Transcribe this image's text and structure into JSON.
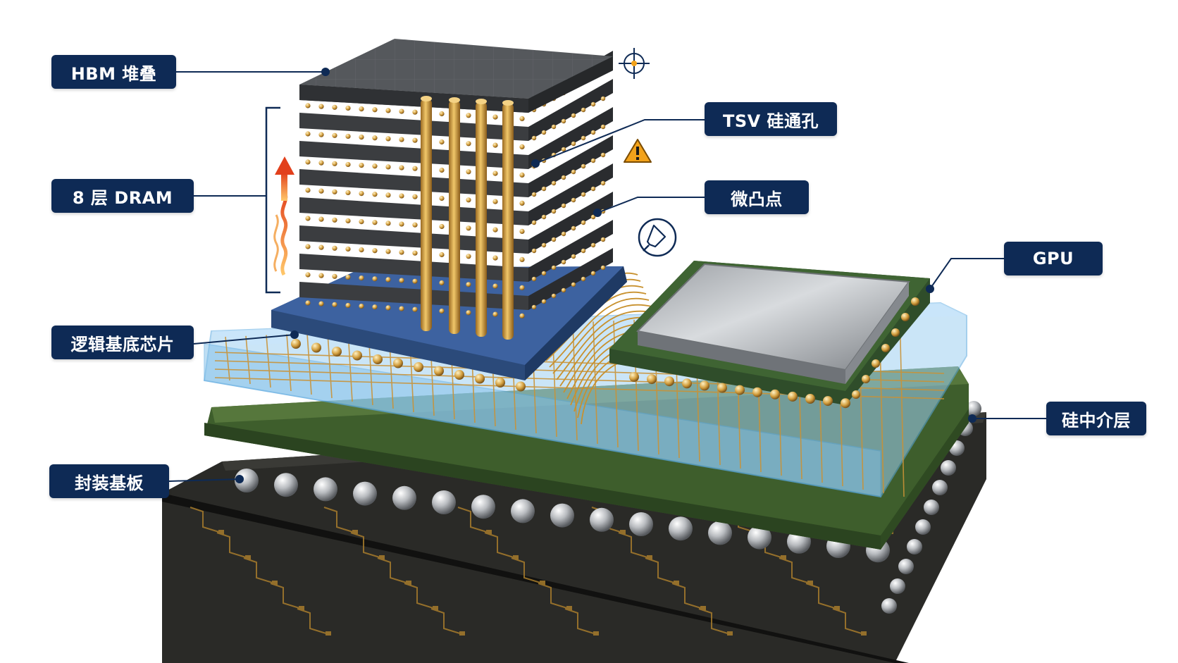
{
  "labels": {
    "hbm_stack": "HBM 堆叠",
    "dram_layers": "8 层 DRAM",
    "logic_base_die": "逻辑基底芯片",
    "package_substrate": "封装基板",
    "tsv": "TSV 硅通孔",
    "micro_bump": "微凸点",
    "gpu": "GPU",
    "silicon_interposer": "硅中介层"
  },
  "icons": [
    "crosshair-icon",
    "warning-icon",
    "probe-tip-icon",
    "heat-arrow-icon"
  ],
  "colors": {
    "label_bg": "#0e2a55",
    "label_text": "#ffffff",
    "gold": "#d4a040",
    "interposer": "#9fd0f2",
    "substrate_green": "#3e5e2c",
    "pcb_black": "#1e1e1c",
    "logic_die_blue": "#2b4a7a",
    "warning": "#f2a21b"
  }
}
